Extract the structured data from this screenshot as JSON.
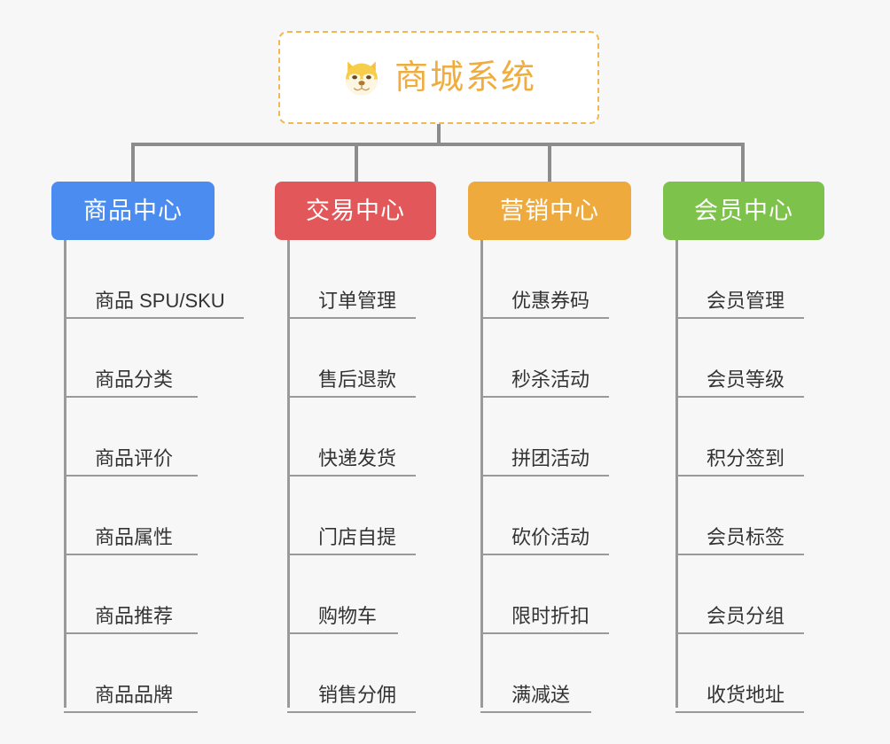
{
  "diagram": {
    "background_color": "#f7f7f7",
    "root": {
      "title": "商城系统",
      "icon": "dog-face-icon",
      "text_color": "#f0ad3f",
      "border_color": "#f0b952"
    },
    "connector_color": "#8c8c8c",
    "columns": [
      {
        "label": "商品中心",
        "color": "#4a8cf0",
        "items": [
          "商品 SPU/SKU",
          "商品分类",
          "商品评价",
          "商品属性",
          "商品推荐",
          "商品品牌"
        ]
      },
      {
        "label": "交易中心",
        "color": "#e2585a",
        "items": [
          "订单管理",
          "售后退款",
          "快递发货",
          "门店自提",
          "购物车",
          "销售分佣"
        ]
      },
      {
        "label": "营销中心",
        "color": "#eeaa3c",
        "items": [
          "优惠券码",
          "秒杀活动",
          "拼团活动",
          "砍价活动",
          "限时折扣",
          "满减送"
        ]
      },
      {
        "label": "会员中心",
        "color": "#7cc24b",
        "items": [
          "会员管理",
          "会员等级",
          "积分签到",
          "会员标签",
          "会员分组",
          "收货地址"
        ]
      }
    ]
  }
}
